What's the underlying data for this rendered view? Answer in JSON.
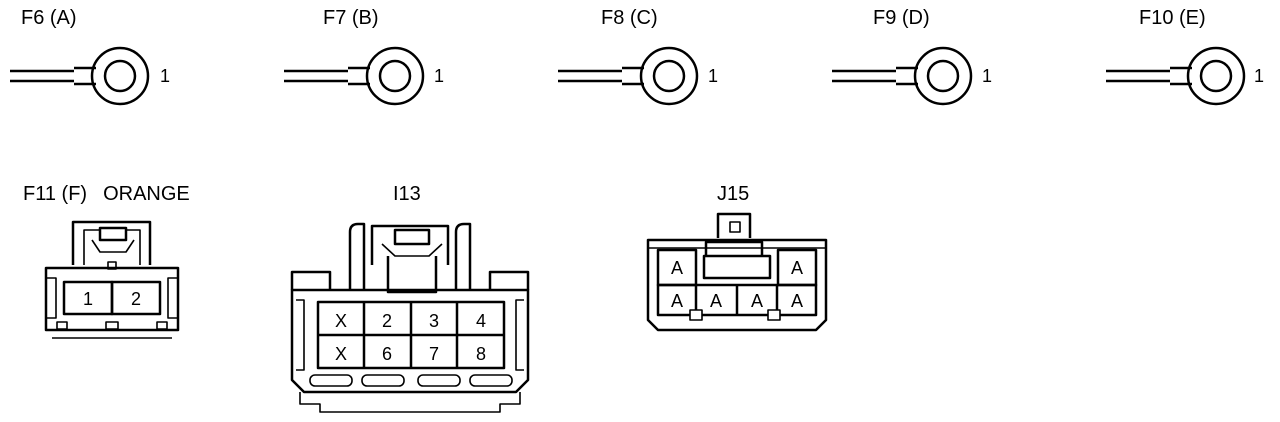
{
  "terminals": [
    {
      "label": "F6 (A)",
      "pin": "1"
    },
    {
      "label": "F7 (B)",
      "pin": "1"
    },
    {
      "label": "F8 (C)",
      "pin": "1"
    },
    {
      "label": "F9 (D)",
      "pin": "1"
    },
    {
      "label": "F10 (E)",
      "pin": "1"
    }
  ],
  "f11": {
    "label": "F11 (F)",
    "color": "ORANGE",
    "pins": [
      "1",
      "2"
    ]
  },
  "i13": {
    "label": "I13",
    "row1": [
      "X",
      "2",
      "3",
      "4"
    ],
    "row2": [
      "X",
      "6",
      "7",
      "8"
    ]
  },
  "j15": {
    "label": "J15",
    "top": [
      "A",
      "A"
    ],
    "bottom": [
      "A",
      "A",
      "A",
      "A"
    ]
  }
}
